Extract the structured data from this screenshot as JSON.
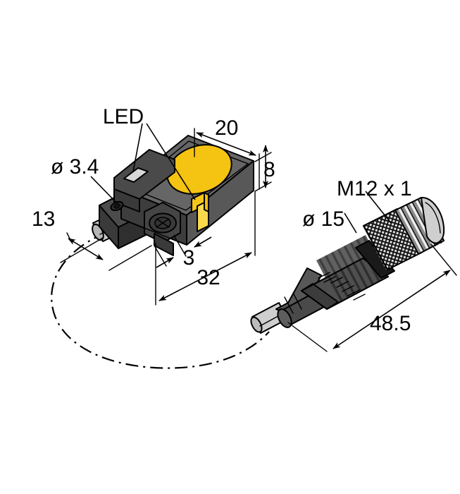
{
  "drawing": {
    "title": "Inductive sensor dimensional drawing",
    "background_color": "#ffffff",
    "labels": {
      "led": "LED",
      "dia_3_4": "ø 3.4",
      "dim_13": "13",
      "dim_20": "20",
      "dim_8": "8",
      "dim_3": "3",
      "dim_32": "32",
      "thread_m12": "M12 x 1",
      "dia_15": "ø 15",
      "dim_48_5": "48.5"
    },
    "colors": {
      "body_top": "#666666",
      "body_front": "#3d3d3d",
      "body_side": "#555555",
      "body_dark": "#2b2b2b",
      "active_face": "#f5c312",
      "marker_yellow": "#f7c51a",
      "marker_yellow_light": "#f9d84e",
      "cable_gray": "#c9c9c9",
      "cable_gray_dark": "#9a9a9a",
      "connector_body": "#4a4a4a",
      "connector_dark": "#262626",
      "connector_light": "#d9d9d9",
      "led_window": "#d8d8d8",
      "line": "#000000"
    },
    "sensor": {
      "name": "rectangular-inductive-sensor",
      "sensing_face": "yellow-ellipse",
      "indicators": [
        "led-window",
        "yellow-side-marker"
      ],
      "mounting_hole": "through-hole"
    },
    "connector": {
      "name": "m12-male-connector",
      "thread": "M12 x 1",
      "knurled_grip": true,
      "strain_relief": true
    },
    "cable": {
      "name": "sensor-cable",
      "style": "dash-dot-loop"
    }
  }
}
